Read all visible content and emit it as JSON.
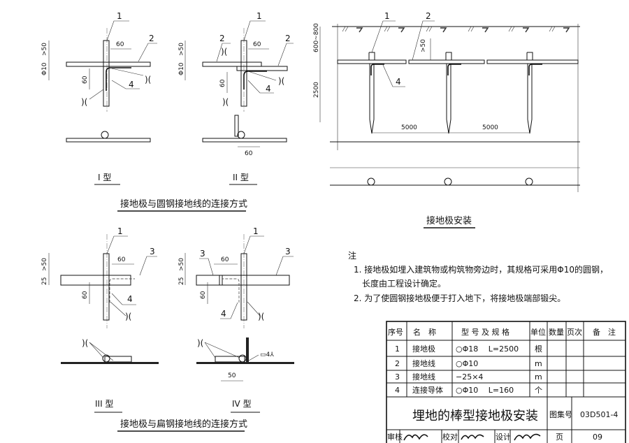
{
  "figures": {
    "type1": {
      "label": "I 型",
      "callouts": [
        "1",
        "2",
        "4"
      ],
      "dims": [
        "60",
        ">50",
        "Φ10",
        "60"
      ],
      "weld_symbol": ")("
    },
    "type2": {
      "label": "II 型",
      "callouts": [
        "1",
        "2",
        "2",
        "4"
      ],
      "dims": [
        "60",
        ">50",
        "Φ10",
        "60",
        "60"
      ],
      "weld_symbol": ")("
    },
    "round_caption": "接地极与圆钢接地线的连接方式",
    "type3": {
      "label": "III 型",
      "callouts": [
        "1",
        "3",
        "4"
      ],
      "dims": [
        "60",
        ">50",
        "25",
        "60"
      ],
      "weld_symbol": ")("
    },
    "type4": {
      "label": "IV 型",
      "callouts": [
        "1",
        "3",
        "3",
        "4"
      ],
      "dims": [
        "60",
        ">50",
        "25",
        "60",
        "50",
        "▭4⅄"
      ],
      "weld_symbol": ")("
    },
    "flat_caption": "接地极与扁钢接地线的连接方式",
    "install": {
      "callouts": [
        "1",
        "2",
        "4"
      ],
      "dims": [
        "600~800",
        ">50",
        "2500",
        "5000",
        "5000"
      ],
      "caption": "接地极安装"
    }
  },
  "notes": {
    "title": "注",
    "items": [
      "1. 接地极如埋入建筑物或构筑物旁边时，其规格可采用Φ10的圆钢，",
      "长度由工程设计确定。",
      "2. 为了使圆钢接地极便于打入地下，将接地极端部锻尖。"
    ]
  },
  "table": {
    "headers": [
      "序号",
      "名　称",
      "型 号 及 规 格",
      "单位",
      "数量",
      "页次",
      "备　注"
    ],
    "rows": [
      {
        "no": "1",
        "name": "接地极",
        "spec": "○Φ18　 L=2500",
        "unit": "根",
        "qty": "",
        "page": "",
        "remark": ""
      },
      {
        "no": "2",
        "name": "接地线",
        "spec": "○Φ10",
        "unit": "m",
        "qty": "",
        "page": "",
        "remark": ""
      },
      {
        "no": "3",
        "name": "接地线",
        "spec": "−25×4",
        "unit": "m",
        "qty": "",
        "page": "",
        "remark": ""
      },
      {
        "no": "4",
        "name": "连接导体",
        "spec": "○Φ10　 L=160",
        "unit": "个",
        "qty": "",
        "page": "",
        "remark": ""
      }
    ],
    "title": "埋地的棒型接地极安装",
    "atlas_label": "图集号",
    "atlas_no": "03D501-4",
    "review_label": "审核",
    "check_label": "校对",
    "design_label": "设计",
    "page_label": "页",
    "page_no": "09"
  }
}
